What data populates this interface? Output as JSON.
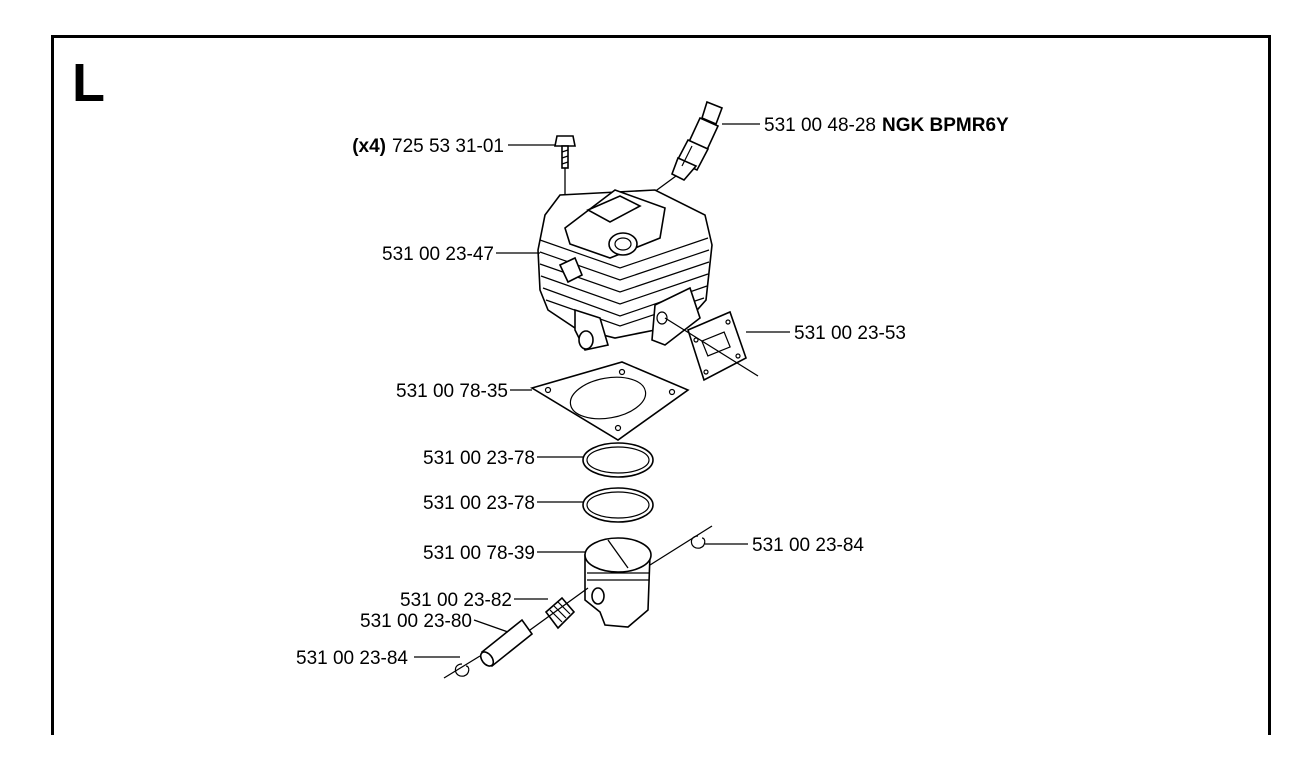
{
  "section_letter": "L",
  "labels": {
    "screw_qty": "(x4)",
    "screw": "725 53 31-01",
    "spark_plug": "531 00 48-28",
    "spark_plug_type": "NGK BPMR6Y",
    "cylinder": "531 00 23-47",
    "exhaust_gasket": "531 00 23-53",
    "base_gasket": "531 00 78-35",
    "piston_ring_1": "531 00 23-78",
    "piston_ring_2": "531 00 23-78",
    "piston": "531 00 78-39",
    "circlip_right": "531 00 23-84",
    "needle_bearing": "531 00 23-82",
    "piston_pin": "531 00 23-80",
    "circlip_left": "531 00 23-84"
  }
}
